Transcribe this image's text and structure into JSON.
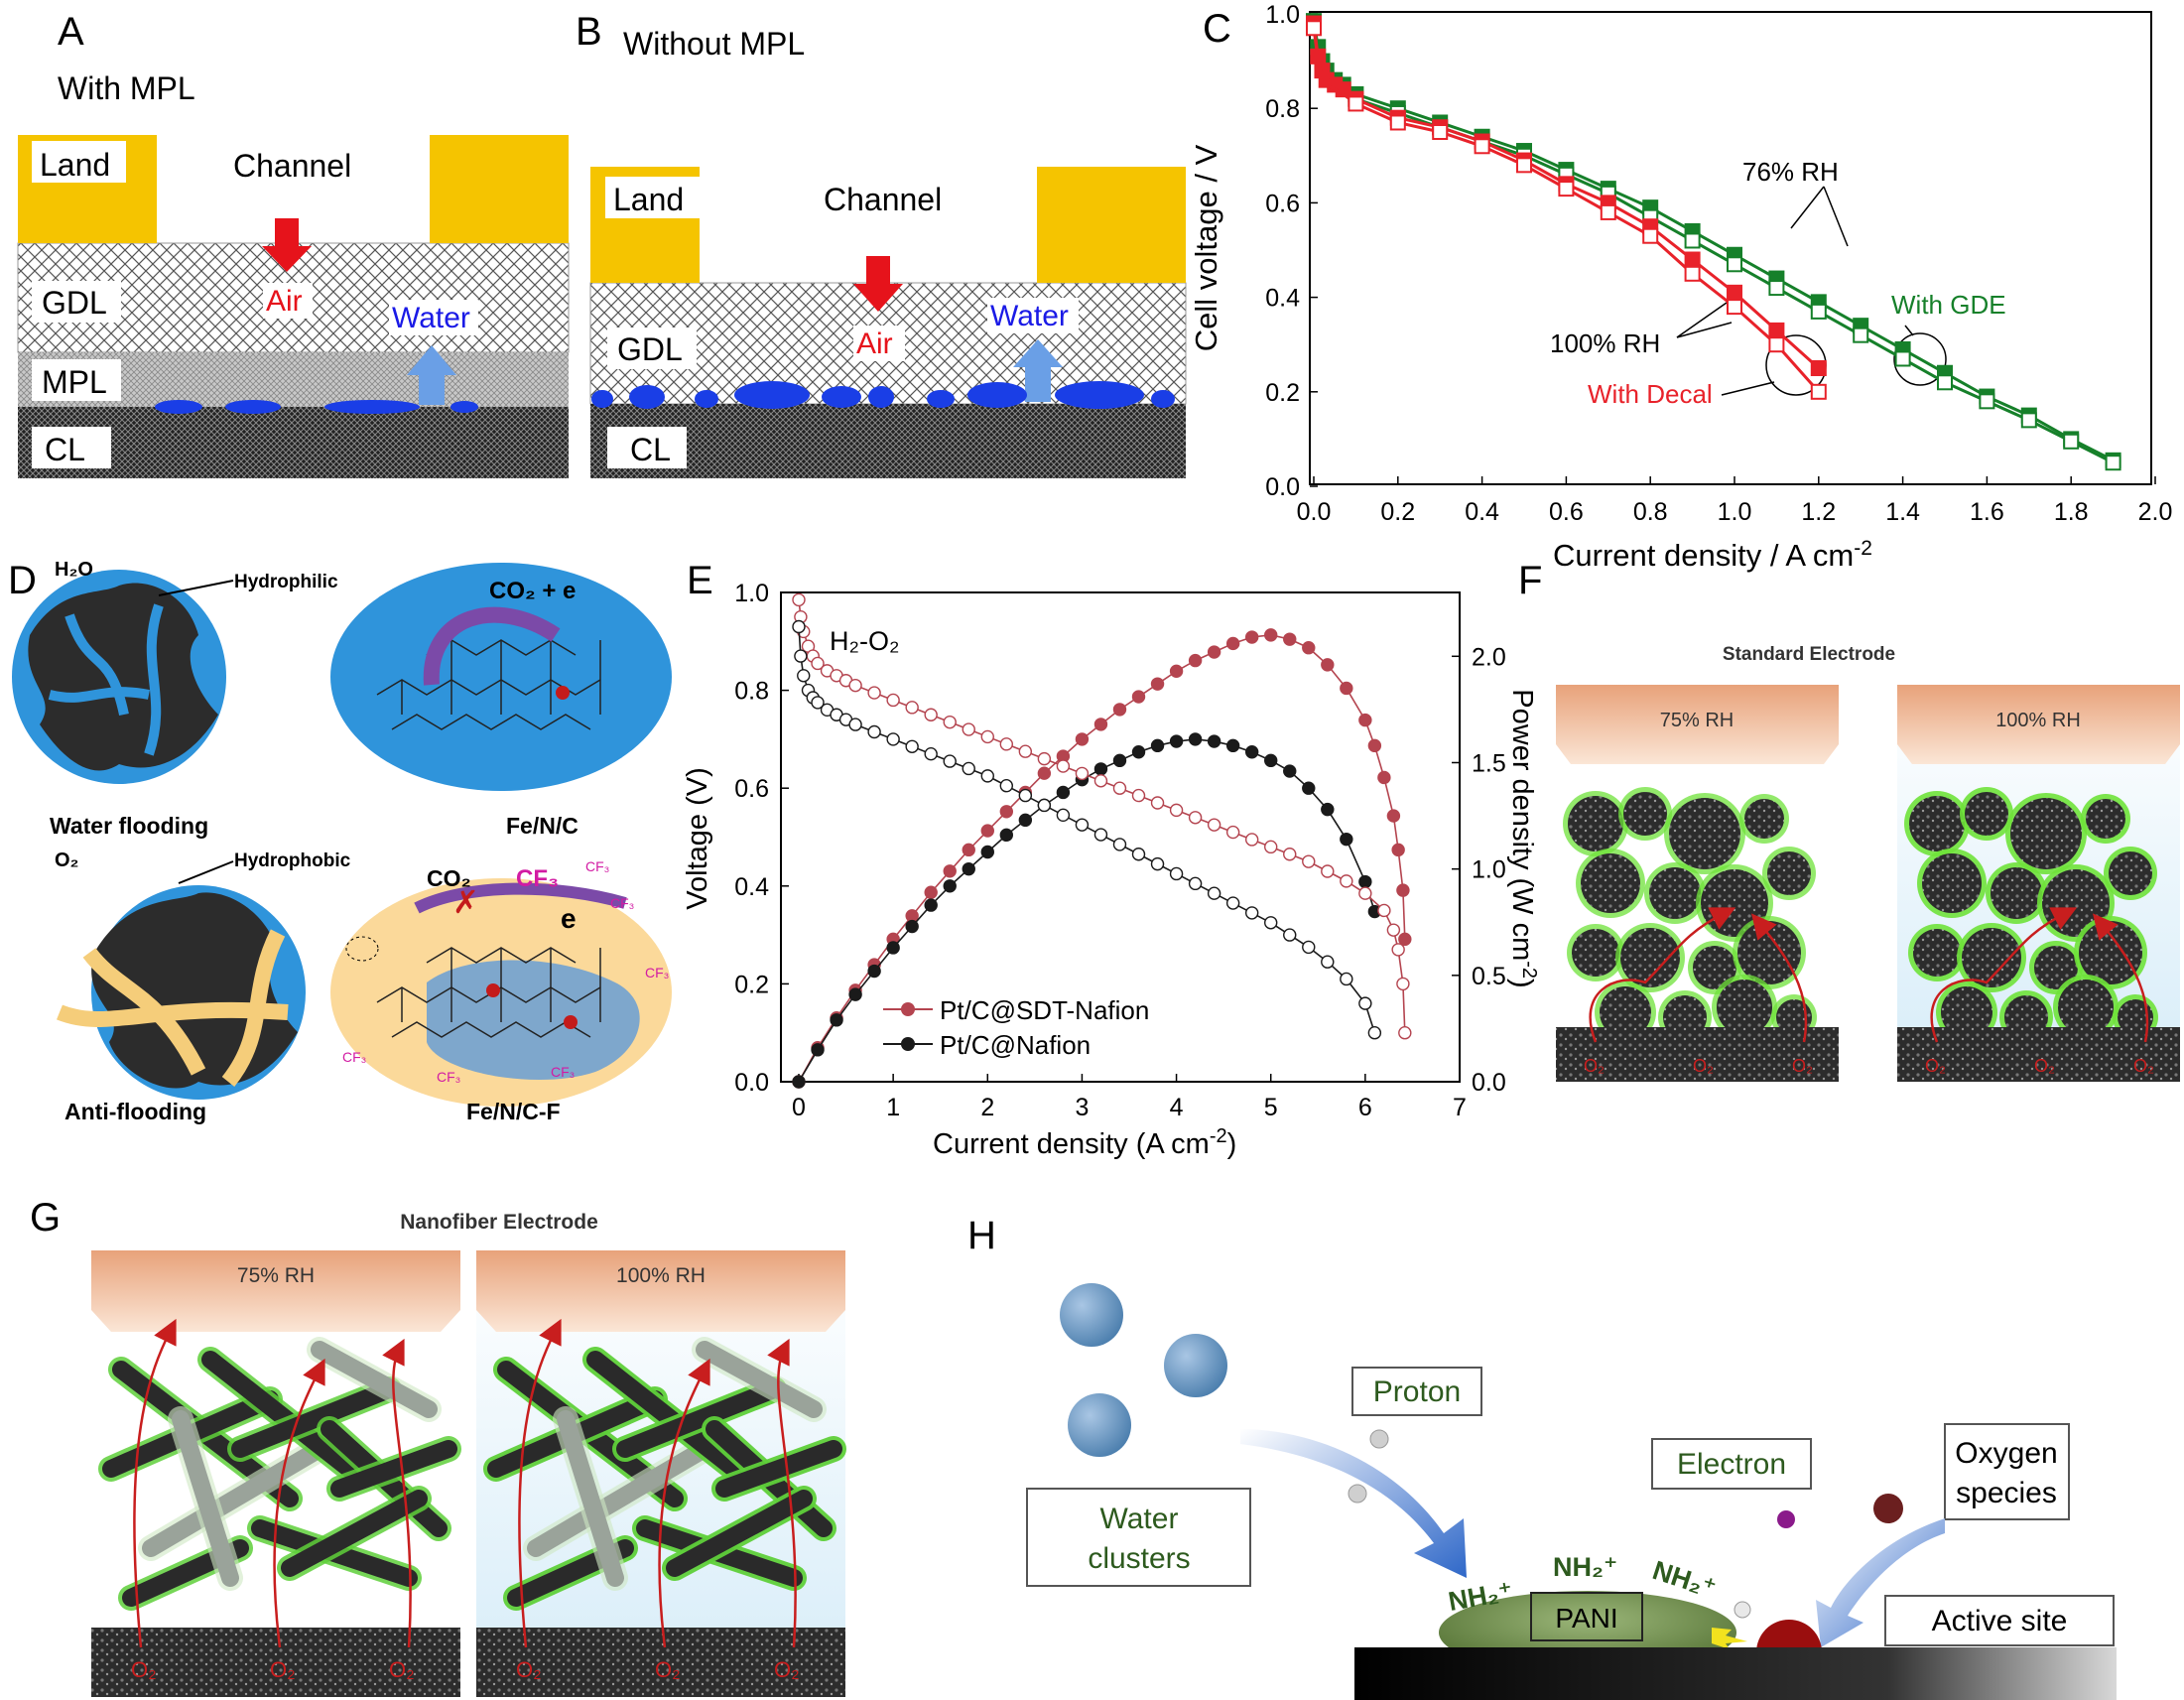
{
  "panel_letters": {
    "a": "A",
    "b": "B",
    "c": "C",
    "d": "D",
    "e": "E",
    "f": "F",
    "g": "G",
    "h": "H"
  },
  "panelA": {
    "title": "With MPL",
    "land": "Land",
    "channel": "Channel",
    "gdl": "GDL",
    "mpl": "MPL",
    "cl": "CL",
    "air": "Air",
    "water": "Water"
  },
  "panelB": {
    "title": "Without MPL",
    "land": "Land",
    "channel": "Channel",
    "gdl": "GDL",
    "cl": "CL",
    "air": "Air",
    "water": "Water"
  },
  "panelC": {
    "xlabel": "Current density / A cm",
    "xlabel_sup": "-2",
    "ylabel": "Cell voltage / V",
    "xticks": [
      "0.0",
      "0.2",
      "0.4",
      "0.6",
      "0.8",
      "1.0",
      "1.2",
      "1.4",
      "1.6",
      "1.8",
      "2.0"
    ],
    "yticks": [
      "0.0",
      "0.2",
      "0.4",
      "0.6",
      "0.8",
      "1.0"
    ],
    "ann_76": "76% RH",
    "ann_100": "100% RH",
    "ann_gde": "With GDE",
    "ann_decal": "With Decal"
  },
  "panelD": {
    "h2o": "H₂O",
    "hydrophilic": "Hydrophilic",
    "water_flooding": "Water flooding",
    "fenc": "Fe/N/C",
    "co2e": "CO₂ + e",
    "o2": "O₂",
    "hydrophobic": "Hydrophobic",
    "anti_flooding": "Anti-flooding",
    "fencf": "Fe/N/C-F",
    "co2": "CO₂",
    "cf3": "CF₃",
    "cf3s": "CF₃",
    "e": "e"
  },
  "panelE": {
    "xlabel": "Current density (A cm",
    "xlabel_sup": "-2",
    "xlabel_end": ")",
    "ylabel": "Voltage (V)",
    "y2label": "Power density (W cm",
    "y2label_sup": "-2",
    "y2label_end": ")",
    "gas": "H₂-O₂",
    "xticks": [
      "0",
      "1",
      "2",
      "3",
      "4",
      "5",
      "6",
      "7"
    ],
    "yticks": [
      "0.0",
      "0.2",
      "0.4",
      "0.6",
      "0.8",
      "1.0"
    ],
    "y2ticks": [
      "0.0",
      "0.5",
      "1.0",
      "1.5",
      "2.0"
    ],
    "legend": [
      "Pt/C@SDT-Nafion",
      "Pt/C@Nafion"
    ]
  },
  "panelF": {
    "title": "Standard Electrode",
    "rh75": "75% RH",
    "rh100": "100% RH",
    "o2": "O₂"
  },
  "panelG": {
    "title": "Nanofiber Electrode",
    "rh75": "75% RH",
    "rh100": "100% RH",
    "o2": "O₂"
  },
  "panelH": {
    "proton": "Proton",
    "water_l1": "Water",
    "water_l2": "clusters",
    "electron": "Electron",
    "oxy_l1": "Oxygen",
    "oxy_l2": "species",
    "pani": "PANI",
    "active": "Active site",
    "nh2": "NH₂⁺"
  },
  "colors": {
    "land": "#f5c400",
    "air": "#e6131b",
    "water": "#1a1ae6",
    "green": "#16802a",
    "red": "#e8222a",
    "maroon": "#b4444f"
  },
  "chart_data": [
    {
      "type": "line",
      "title": "",
      "xlabel": "Current density / A cm-2",
      "ylabel": "Cell voltage / V",
      "xlim": [
        0,
        2.0
      ],
      "ylim": [
        0,
        1.0
      ],
      "series": [
        {
          "name": "With GDE 76% RH",
          "marker": "filled",
          "color": "#16802a",
          "x": [
            0,
            0.01,
            0.02,
            0.03,
            0.05,
            0.07,
            0.1,
            0.2,
            0.3,
            0.4,
            0.5,
            0.6,
            0.7,
            0.8,
            0.9,
            1.0,
            1.1,
            1.2,
            1.3,
            1.4,
            1.5,
            1.6,
            1.7,
            1.8,
            1.9
          ],
          "y": [
            0.985,
            0.93,
            0.9,
            0.88,
            0.86,
            0.85,
            0.83,
            0.8,
            0.77,
            0.74,
            0.71,
            0.67,
            0.63,
            0.59,
            0.54,
            0.49,
            0.44,
            0.39,
            0.34,
            0.29,
            0.24,
            0.19,
            0.15,
            0.1,
            0.055
          ]
        },
        {
          "name": "With GDE 100% RH",
          "marker": "open",
          "color": "#16802a",
          "x": [
            0,
            0.01,
            0.02,
            0.03,
            0.05,
            0.07,
            0.1,
            0.2,
            0.3,
            0.4,
            0.5,
            0.6,
            0.7,
            0.8,
            0.9,
            1.0,
            1.1,
            1.2,
            1.3,
            1.4,
            1.5,
            1.6,
            1.7,
            1.8,
            1.9
          ],
          "y": [
            0.975,
            0.91,
            0.88,
            0.86,
            0.85,
            0.84,
            0.82,
            0.79,
            0.76,
            0.73,
            0.7,
            0.66,
            0.62,
            0.57,
            0.52,
            0.47,
            0.42,
            0.37,
            0.32,
            0.27,
            0.22,
            0.18,
            0.14,
            0.095,
            0.05
          ]
        },
        {
          "name": "With Decal 76% RH",
          "marker": "filled",
          "color": "#e8222a",
          "x": [
            0,
            0.01,
            0.02,
            0.03,
            0.05,
            0.07,
            0.1,
            0.2,
            0.3,
            0.4,
            0.5,
            0.6,
            0.7,
            0.8,
            0.9,
            1.0,
            1.1,
            1.2
          ],
          "y": [
            0.98,
            0.91,
            0.88,
            0.86,
            0.85,
            0.84,
            0.82,
            0.78,
            0.76,
            0.73,
            0.69,
            0.64,
            0.6,
            0.55,
            0.48,
            0.41,
            0.33,
            0.25
          ]
        },
        {
          "name": "With Decal 100% RH",
          "marker": "open",
          "color": "#e8222a",
          "x": [
            0,
            0.01,
            0.02,
            0.03,
            0.05,
            0.07,
            0.1,
            0.2,
            0.3,
            0.4,
            0.5,
            0.6,
            0.7,
            0.8,
            0.9,
            1.0,
            1.1,
            1.2
          ],
          "y": [
            0.97,
            0.9,
            0.87,
            0.85,
            0.84,
            0.83,
            0.81,
            0.77,
            0.75,
            0.72,
            0.68,
            0.63,
            0.58,
            0.53,
            0.45,
            0.38,
            0.3,
            0.2
          ]
        }
      ]
    },
    {
      "type": "line",
      "title": "",
      "xlabel": "Current density (A cm-2)",
      "ylabel": "Voltage (V)",
      "y2label": "Power density (W cm-2)",
      "xlim": [
        0,
        7
      ],
      "ylim": [
        0,
        1.0
      ],
      "y2lim": [
        0,
        2.3
      ],
      "series": [
        {
          "name": "Pt/C@SDT-Nafion",
          "axis": "power",
          "marker": "filled",
          "color": "#b4444f",
          "x": [
            0,
            0.2,
            0.4,
            0.6,
            0.8,
            1.0,
            1.2,
            1.4,
            1.6,
            1.8,
            2.0,
            2.2,
            2.4,
            2.6,
            2.8,
            3.0,
            3.2,
            3.4,
            3.6,
            3.8,
            4.0,
            4.2,
            4.4,
            4.6,
            4.8,
            5.0,
            5.2,
            5.4,
            5.6,
            5.8,
            6.0,
            6.1,
            6.2,
            6.3,
            6.35,
            6.4,
            6.42
          ],
          "y": [
            0,
            0.16,
            0.3,
            0.43,
            0.55,
            0.67,
            0.78,
            0.89,
            0.99,
            1.09,
            1.18,
            1.27,
            1.36,
            1.45,
            1.53,
            1.61,
            1.68,
            1.75,
            1.81,
            1.87,
            1.93,
            1.98,
            2.02,
            2.06,
            2.09,
            2.1,
            2.08,
            2.04,
            1.96,
            1.85,
            1.7,
            1.58,
            1.43,
            1.25,
            1.09,
            0.9,
            0.67
          ]
        },
        {
          "name": "Pt/C@Nafion",
          "axis": "power",
          "marker": "filled",
          "color": "#1a1a1a",
          "x": [
            0,
            0.2,
            0.4,
            0.6,
            0.8,
            1.0,
            1.2,
            1.4,
            1.6,
            1.8,
            2.0,
            2.2,
            2.4,
            2.6,
            2.8,
            3.0,
            3.2,
            3.4,
            3.6,
            3.8,
            4.0,
            4.2,
            4.4,
            4.6,
            4.8,
            5.0,
            5.2,
            5.4,
            5.6,
            5.8,
            6.0,
            6.1
          ],
          "y": [
            0,
            0.15,
            0.29,
            0.41,
            0.52,
            0.63,
            0.73,
            0.83,
            0.92,
            1.0,
            1.08,
            1.16,
            1.23,
            1.3,
            1.36,
            1.42,
            1.47,
            1.51,
            1.55,
            1.58,
            1.6,
            1.61,
            1.6,
            1.58,
            1.55,
            1.51,
            1.46,
            1.38,
            1.28,
            1.14,
            0.94,
            0.8
          ]
        },
        {
          "name": "Pt/C@SDT-Nafion",
          "axis": "voltage",
          "marker": "open",
          "color": "#b4444f",
          "x": [
            0,
            0.02,
            0.05,
            0.1,
            0.15,
            0.2,
            0.3,
            0.4,
            0.5,
            0.6,
            0.8,
            1.0,
            1.2,
            1.4,
            1.6,
            1.8,
            2.0,
            2.2,
            2.4,
            2.6,
            2.8,
            3.0,
            3.2,
            3.4,
            3.6,
            3.8,
            4.0,
            4.2,
            4.4,
            4.6,
            4.8,
            5.0,
            5.2,
            5.4,
            5.6,
            5.8,
            6.0,
            6.2,
            6.3,
            6.35,
            6.4,
            6.42
          ],
          "y": [
            0.985,
            0.95,
            0.92,
            0.89,
            0.87,
            0.855,
            0.84,
            0.83,
            0.82,
            0.81,
            0.795,
            0.78,
            0.765,
            0.75,
            0.735,
            0.72,
            0.705,
            0.69,
            0.675,
            0.66,
            0.645,
            0.63,
            0.615,
            0.6,
            0.585,
            0.57,
            0.555,
            0.54,
            0.525,
            0.51,
            0.495,
            0.48,
            0.465,
            0.45,
            0.43,
            0.41,
            0.385,
            0.35,
            0.31,
            0.27,
            0.2,
            0.1
          ]
        },
        {
          "name": "Pt/C@Nafion",
          "axis": "voltage",
          "marker": "open",
          "color": "#1a1a1a",
          "x": [
            0,
            0.02,
            0.05,
            0.1,
            0.15,
            0.2,
            0.3,
            0.4,
            0.5,
            0.6,
            0.8,
            1.0,
            1.2,
            1.4,
            1.6,
            1.8,
            2.0,
            2.2,
            2.4,
            2.6,
            2.8,
            3.0,
            3.2,
            3.4,
            3.6,
            3.8,
            4.0,
            4.2,
            4.4,
            4.6,
            4.8,
            5.0,
            5.2,
            5.4,
            5.6,
            5.8,
            6.0,
            6.1
          ],
          "y": [
            0.93,
            0.87,
            0.83,
            0.8,
            0.785,
            0.775,
            0.76,
            0.75,
            0.74,
            0.73,
            0.715,
            0.7,
            0.685,
            0.67,
            0.655,
            0.64,
            0.625,
            0.605,
            0.585,
            0.565,
            0.545,
            0.525,
            0.505,
            0.485,
            0.465,
            0.445,
            0.425,
            0.405,
            0.385,
            0.365,
            0.345,
            0.325,
            0.3,
            0.275,
            0.245,
            0.21,
            0.16,
            0.1
          ]
        }
      ]
    }
  ]
}
